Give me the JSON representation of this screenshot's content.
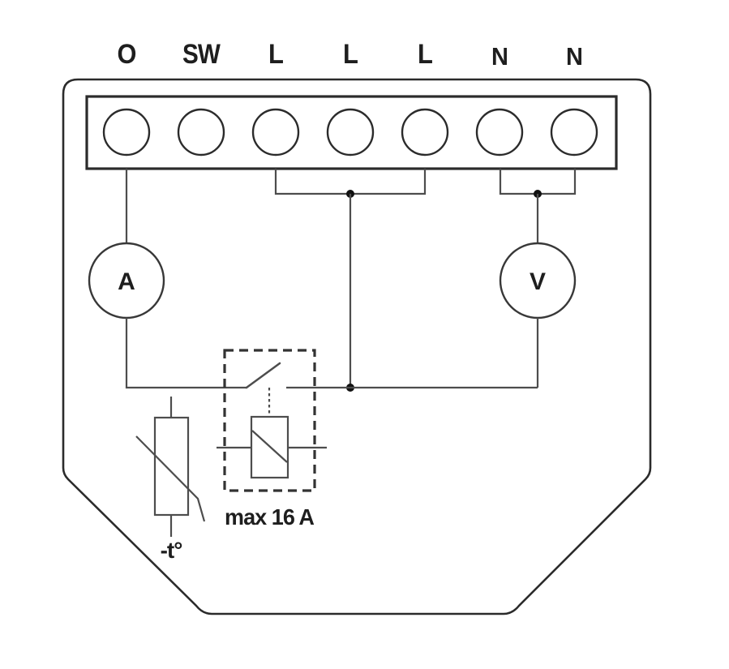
{
  "terminal_labels": [
    "O",
    "SW",
    "L",
    "L",
    "L",
    "N",
    "N"
  ],
  "ammeter": {
    "label": "A"
  },
  "voltmeter": {
    "label": "V"
  },
  "relay": {
    "rating_label": "max 16 A"
  },
  "temperature_sensor": {
    "label": "-t°"
  },
  "colors": {
    "background": "#ffffff",
    "wire": "#4d4d4d",
    "structure": "#2b2b2b",
    "text": "#1e1e1e"
  }
}
